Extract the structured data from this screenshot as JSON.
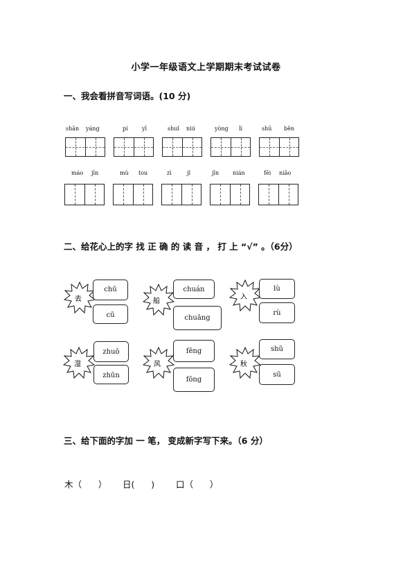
{
  "title": "小学一年级语文上学期期末考试试卷",
  "section1": {
    "heading": "一、我会看拼音写词语。(10 分)",
    "row1": [
      {
        "p1": "shān",
        "p2": "yáng"
      },
      {
        "p1": "pí",
        "p2": "yī"
      },
      {
        "p1": "shuǐ",
        "p2": "niú"
      },
      {
        "p1": "yòng",
        "p2": "lì"
      },
      {
        "p1": "shū",
        "p2": "běn"
      }
    ],
    "row2": [
      {
        "p1": "máo",
        "p2": "jīn"
      },
      {
        "p1": "mù",
        "p2": "tou"
      },
      {
        "p1": "zì",
        "p2": "jǐ"
      },
      {
        "p1": "jīn",
        "p2": "nián"
      },
      {
        "p1": "fēi",
        "p2": "niǎo"
      }
    ]
  },
  "section2": {
    "heading": "二、给花心上的字 找 正 确 的 读 音 ， 打 上 “√” 。（6分）",
    "flowers": [
      {
        "char": "去",
        "opt1": "chū",
        "opt2": "cū"
      },
      {
        "char": "船",
        "opt1": "chuán",
        "opt2": "chuāng"
      },
      {
        "char": "入",
        "opt1": "lù",
        "opt2": "rù"
      },
      {
        "char": "湿",
        "opt1": "zhuō",
        "opt2": "zhūn"
      },
      {
        "char": "风",
        "opt1": "fēng",
        "opt2": "fōng"
      },
      {
        "char": "秋",
        "opt1": "shū",
        "opt2": "sū"
      }
    ]
  },
  "section3": {
    "heading": "三、给下面的字加 一 笔， 变成新字写下来。（6 分）",
    "items": [
      "木（      ）",
      "日(      )",
      "口（      ）"
    ]
  }
}
